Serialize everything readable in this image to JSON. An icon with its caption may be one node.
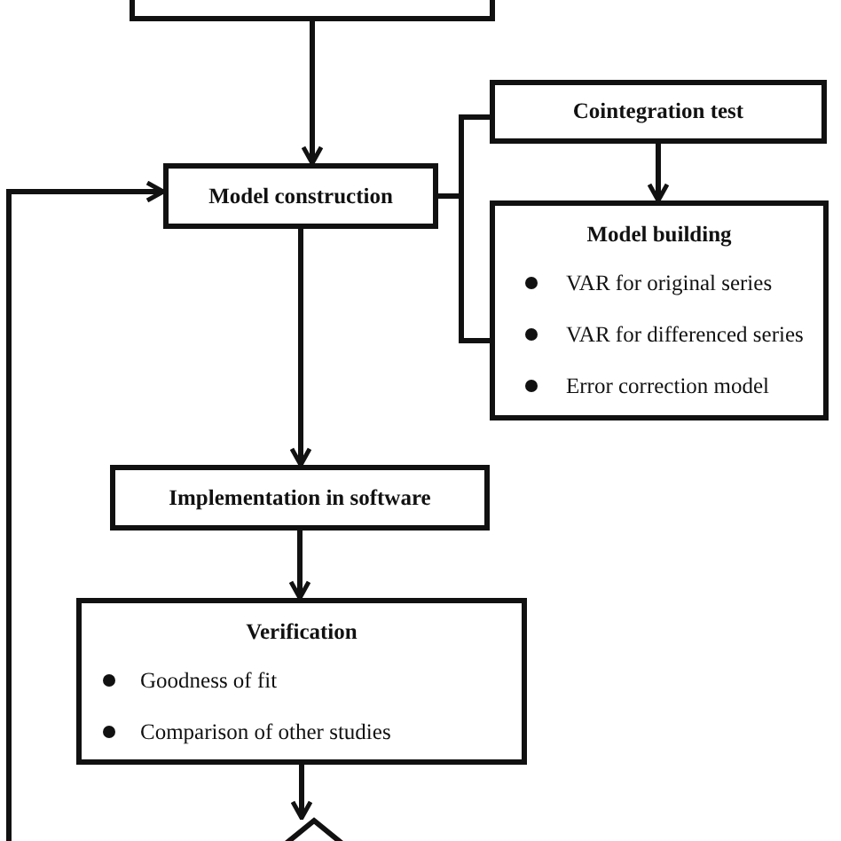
{
  "diagram": {
    "nodes": [
      {
        "text": [],
        "shape": "box"
      },
      {
        "text": [
          "Model construction"
        ]
      },
      {
        "text": [
          "Cointegration test"
        ]
      },
      {
        "text": [
          "Model building",
          "VAR for original series",
          "VAR for differenced series",
          "Error correction model"
        ]
      },
      {
        "text": [
          "Implementation in software"
        ]
      },
      {
        "text": [
          "Verification",
          "Goodness of fit",
          "Comparison of other studies"
        ]
      },
      {
        "text": [],
        "shape": "diamond"
      }
    ],
    "edges": [
      {
        "from": 0,
        "to": 1,
        "arrow": "to"
      },
      {
        "from": 1,
        "to": 2,
        "arrow": "none"
      },
      {
        "from": 1,
        "to": 3,
        "arrow": "none"
      },
      {
        "from": 2,
        "to": 3,
        "arrow": "to"
      },
      {
        "from": 1,
        "to": 4,
        "arrow": "to"
      },
      {
        "from": 4,
        "to": 5,
        "arrow": "to"
      },
      {
        "from": 5,
        "to": 6,
        "arrow": "to"
      },
      {
        "from": null,
        "to": 1,
        "arrow": "to"
      }
    ]
  }
}
